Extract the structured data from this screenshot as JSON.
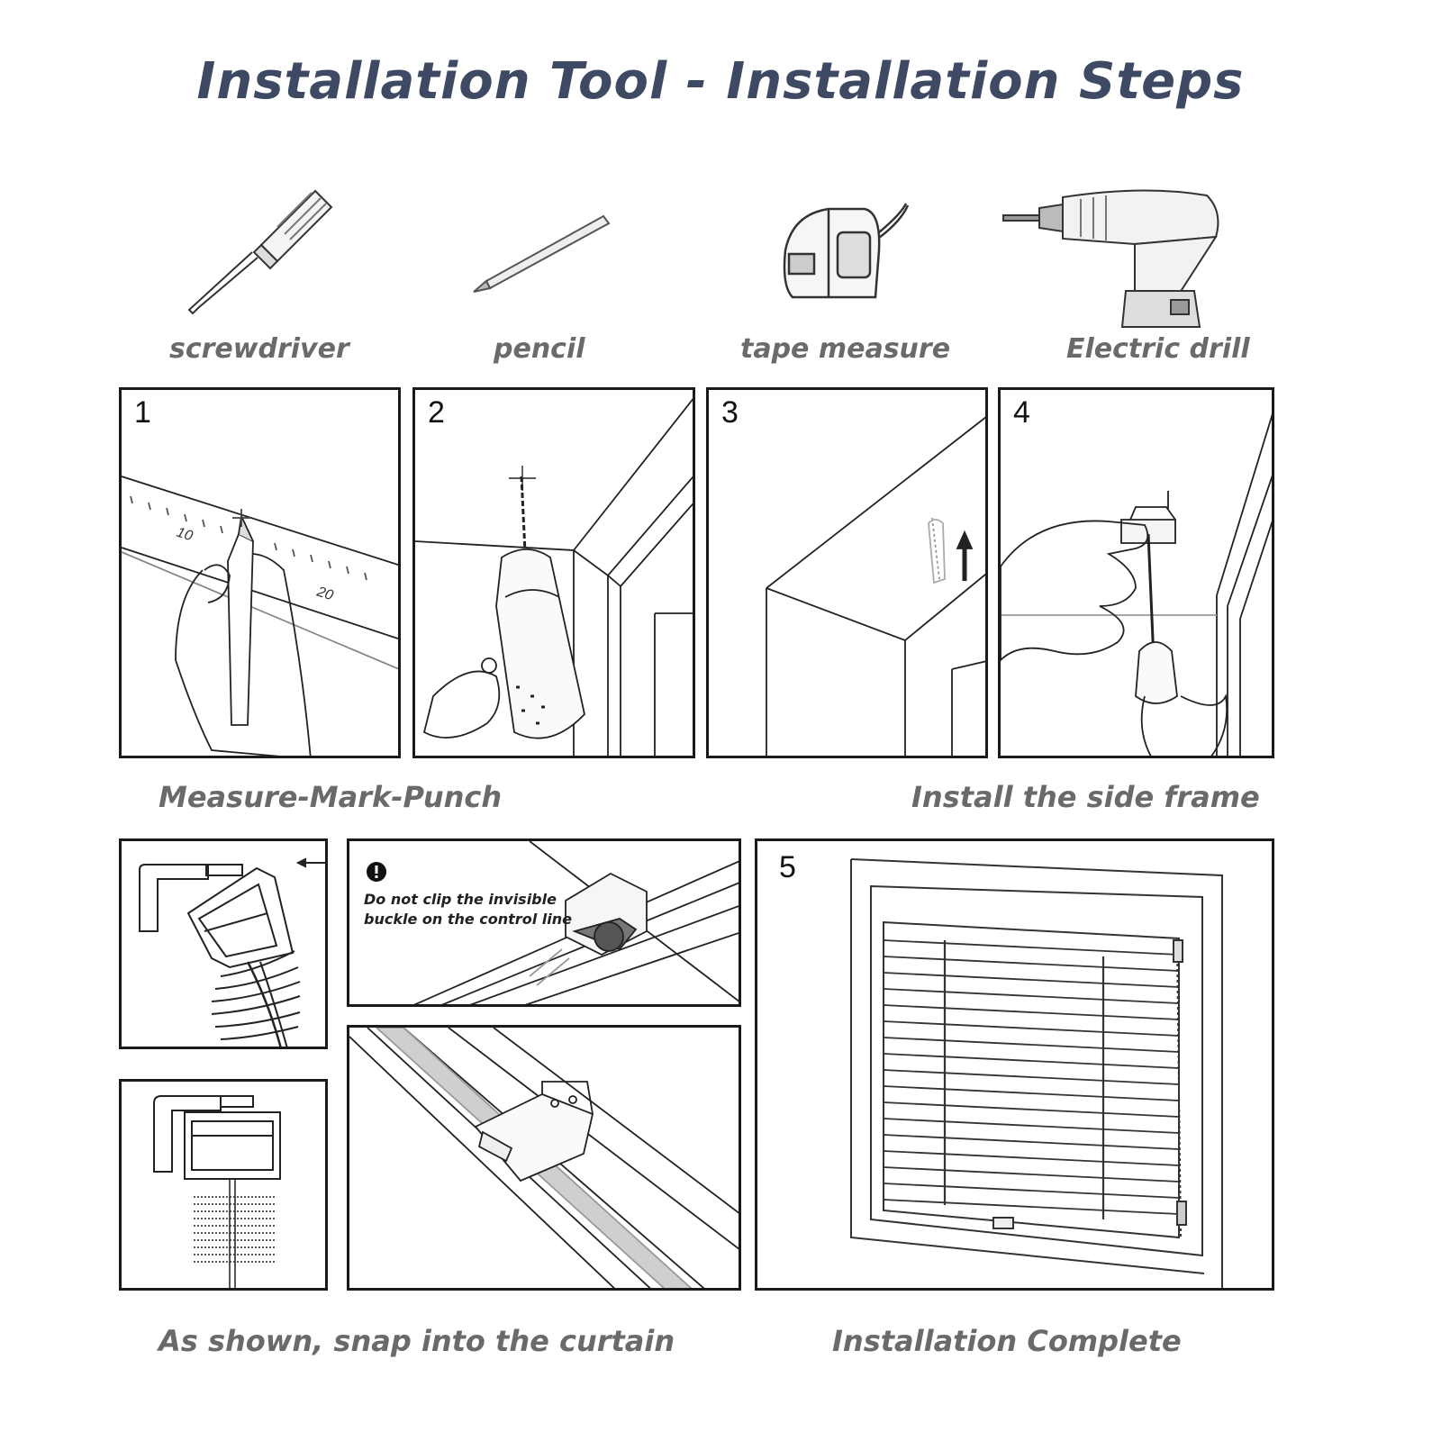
{
  "title": "Installation Tool - Installation Steps",
  "tools": [
    {
      "label": "screwdriver",
      "icon": "screwdriver-icon"
    },
    {
      "label": "pencil",
      "icon": "pencil-icon"
    },
    {
      "label": "tape measure",
      "icon": "tape-measure-icon"
    },
    {
      "label": "Electric drill",
      "icon": "electric-drill-icon"
    }
  ],
  "steps": [
    {
      "number": "1"
    },
    {
      "number": "2"
    },
    {
      "number": "3"
    },
    {
      "number": "4"
    },
    {
      "number": "5"
    }
  ],
  "captions": {
    "measure_mark_punch": "Measure-Mark-Punch",
    "install_side_frame": "Install the side frame",
    "snap_into_curtain": "As shown, snap into the curtain",
    "installation_complete": "Installation Complete"
  },
  "ruler_ticks": [
    "10",
    "20"
  ],
  "warning": {
    "icon": "warning-icon",
    "text": "Do not clip the invisible buckle on the control line"
  },
  "colors": {
    "title": "#3e4a63",
    "caption": "#6a6a6a",
    "line": "#1a1a1a"
  }
}
